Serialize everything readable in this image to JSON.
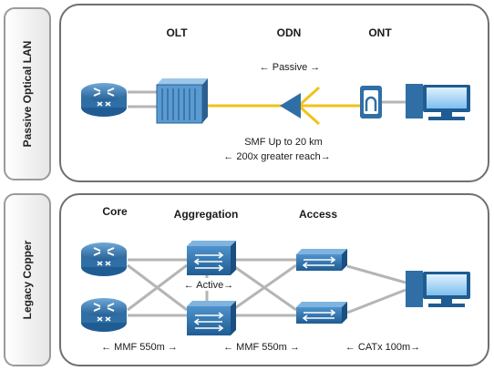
{
  "top_section": {
    "label": "Passive Optical LAN",
    "headers": {
      "olt": "OLT",
      "odn": "ODN",
      "ont": "ONT"
    },
    "passive": "←  Passive  →",
    "smf": "SMF Up to 20 km",
    "reach": "←  200x greater reach→"
  },
  "bottom_section": {
    "label": "Legacy Copper",
    "headers": {
      "core": "Core",
      "aggregation": "Aggregation",
      "access": "Access"
    },
    "active": "← Active→",
    "mmf1": "← MMF 550m →",
    "mmf2": "← MMF 550m →",
    "catx": "← CATx 100m→"
  },
  "colors": {
    "device_blue": "#2f6fa6",
    "fiber_yellow": "#f2c21b",
    "link_gray": "#b5b5b5"
  }
}
